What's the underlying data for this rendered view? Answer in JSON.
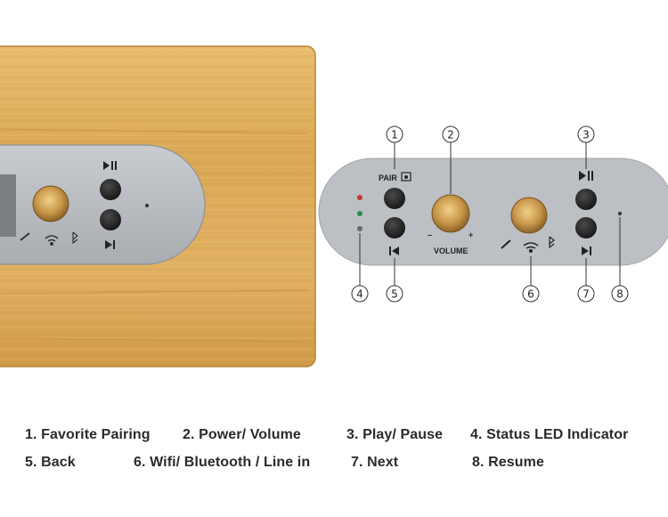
{
  "callouts": {
    "c1": "①",
    "c2": "②",
    "c3": "③",
    "c4": "④",
    "c5": "⑤",
    "c6": "⑥",
    "c7": "⑦",
    "c8": "⑧"
  },
  "panel": {
    "pair_label": "PAIR",
    "volume_label": "VOLUME",
    "minus": "–",
    "plus": "+"
  },
  "legend": {
    "item1": "1. Favorite Pairing",
    "item2": "2. Power/ Volume",
    "item3": "3. Play/ Pause",
    "item4": "4. Status LED Indicator",
    "item5": "5. Back",
    "item6": "6. Wifi/ Bluetooth / Line in",
    "item7": "7. Next",
    "item8": "8. Resume"
  },
  "icons": {
    "play_pause": "play-pause-icon",
    "next": "next-track-icon",
    "back": "previous-track-icon",
    "wifi": "wifi-icon",
    "bluetooth": "bluetooth-icon",
    "line_in": "line-in-icon",
    "pair": "favorite-pair-icon"
  },
  "colors": {
    "bamboo": "#d9a95a",
    "panel_gray": "#b9bcc0",
    "brass": "#c8974a",
    "led_red": "#c0392b",
    "led_green": "#2e8b4a"
  }
}
